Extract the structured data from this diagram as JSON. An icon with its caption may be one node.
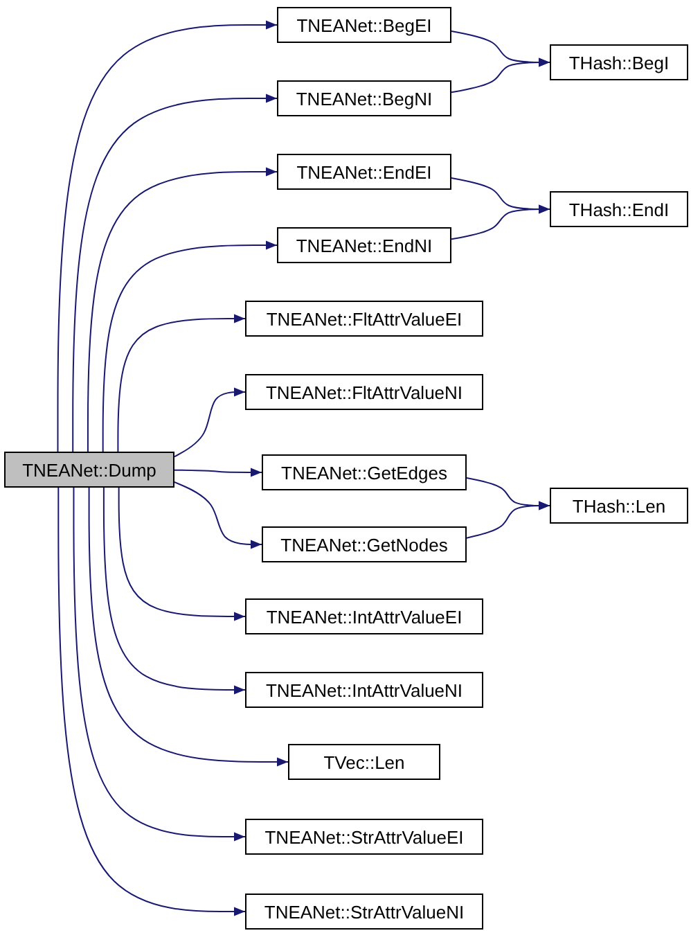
{
  "diagram": {
    "nodes": [
      {
        "text": [
          "TNEANet::Dump"
        ]
      },
      {
        "text": [
          "TNEANet::BegEI"
        ]
      },
      {
        "text": [
          "TNEANet::BegNI"
        ]
      },
      {
        "text": [
          "TNEANet::EndEI"
        ]
      },
      {
        "text": [
          "TNEANet::EndNI"
        ]
      },
      {
        "text": [
          "TNEANet::FltAttrValueEI"
        ]
      },
      {
        "text": [
          "TNEANet::FltAttrValueNI"
        ]
      },
      {
        "text": [
          "TNEANet::GetEdges"
        ]
      },
      {
        "text": [
          "TNEANet::GetNodes"
        ]
      },
      {
        "text": [
          "TNEANet::IntAttrValueEI"
        ]
      },
      {
        "text": [
          "TNEANet::IntAttrValueNI"
        ]
      },
      {
        "text": [
          "TVec::Len"
        ]
      },
      {
        "text": [
          "TNEANet::StrAttrValueEI"
        ]
      },
      {
        "text": [
          "TNEANet::StrAttrValueNI"
        ]
      },
      {
        "text": [
          "THash::BegI"
        ]
      },
      {
        "text": [
          "THash::EndI"
        ]
      },
      {
        "text": [
          "THash::Len"
        ]
      }
    ],
    "edges": [
      {
        "from": 0,
        "to": 1,
        "arrow": "to"
      },
      {
        "from": 0,
        "to": 2,
        "arrow": "to"
      },
      {
        "from": 0,
        "to": 3,
        "arrow": "to"
      },
      {
        "from": 0,
        "to": 4,
        "arrow": "to"
      },
      {
        "from": 0,
        "to": 5,
        "arrow": "to"
      },
      {
        "from": 0,
        "to": 6,
        "arrow": "to"
      },
      {
        "from": 0,
        "to": 7,
        "arrow": "to"
      },
      {
        "from": 0,
        "to": 8,
        "arrow": "to"
      },
      {
        "from": 0,
        "to": 9,
        "arrow": "to"
      },
      {
        "from": 0,
        "to": 10,
        "arrow": "to"
      },
      {
        "from": 0,
        "to": 11,
        "arrow": "to"
      },
      {
        "from": 0,
        "to": 12,
        "arrow": "to"
      },
      {
        "from": 0,
        "to": 13,
        "arrow": "to"
      },
      {
        "from": 1,
        "to": 14,
        "arrow": "to"
      },
      {
        "from": 2,
        "to": 14,
        "arrow": "to"
      },
      {
        "from": 3,
        "to": 15,
        "arrow": "to"
      },
      {
        "from": 4,
        "to": 15,
        "arrow": "to"
      },
      {
        "from": 7,
        "to": 16,
        "arrow": "to"
      },
      {
        "from": 8,
        "to": 16,
        "arrow": "to"
      }
    ]
  }
}
